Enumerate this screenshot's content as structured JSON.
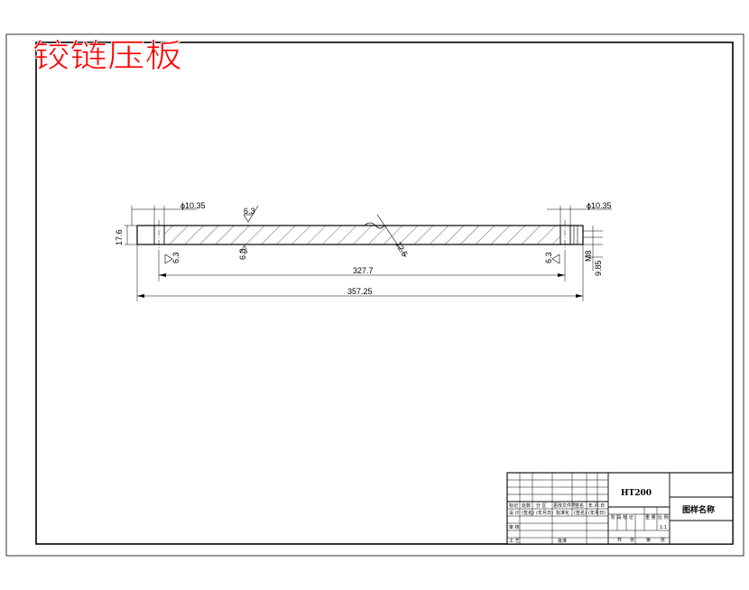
{
  "drawing_title": "铰链压板",
  "dimensions": {
    "hole_dia_left": "ϕ10.35",
    "hole_dia_right": "ϕ10.35",
    "thickness": "17.6",
    "roughness_top": "6.3",
    "roughness_bottom": "6.3",
    "roughness_left": "6.3",
    "roughness_right": "6.3",
    "roughness_diag": "12.5",
    "hole_span": "327.7",
    "overall_length": "357.25",
    "edge_offset": "9.85",
    "thread": "M8"
  },
  "title_block": {
    "material": "HT200",
    "drawing_name": "图样名称",
    "scale": "1:1",
    "row_labels": [
      "标记",
      "处数",
      "分 区",
      "更改文件号",
      "签名",
      "年.月.日"
    ],
    "design_row": [
      "设 计",
      "(签名)",
      "(年月日)",
      "标准化",
      "(签名)",
      "(年月日)"
    ],
    "review_row": [
      "审 核"
    ],
    "process_row": [
      "工 艺",
      "批准"
    ],
    "stage_labels": [
      "阶 段 标 记",
      "重 量",
      "比 例"
    ],
    "sheet_labels": [
      "共",
      "张",
      "第",
      "张"
    ]
  },
  "colors": {
    "title": "#ff0000",
    "line": "#000000"
  }
}
